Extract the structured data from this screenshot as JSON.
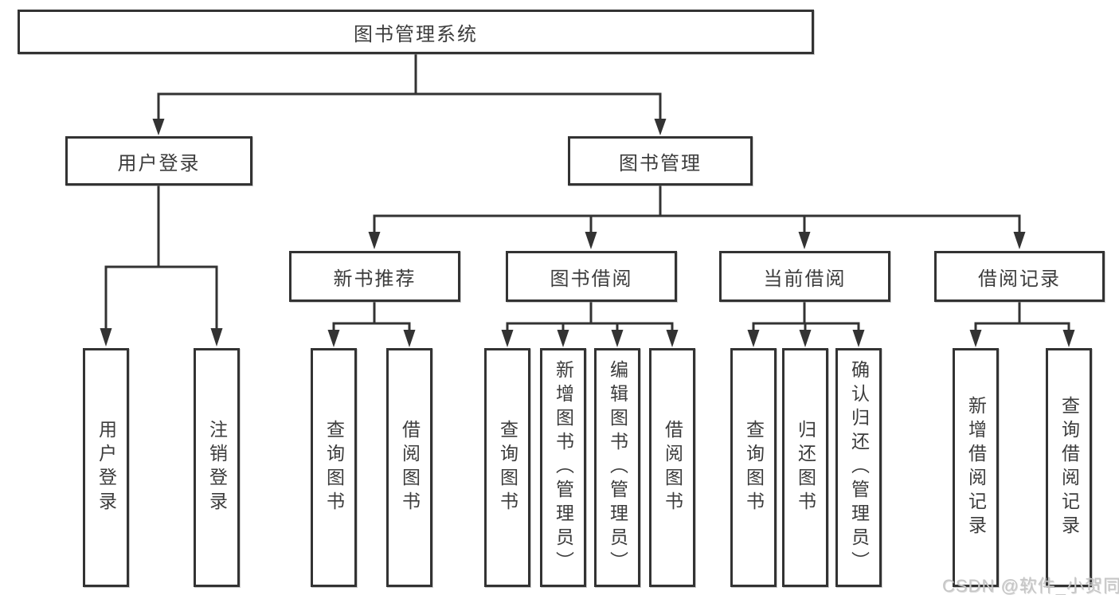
{
  "colors": {
    "line": "#333333",
    "box_border": "#333333",
    "text": "#3c3c3c",
    "watermark": "#c6c6c6",
    "background": "#ffffff"
  },
  "diagram": {
    "root": {
      "label": "图书管理系统"
    },
    "level2": [
      {
        "label": "用户登录"
      },
      {
        "label": "图书管理"
      }
    ],
    "level3": [
      {
        "label": "新书推荐"
      },
      {
        "label": "图书借阅"
      },
      {
        "label": "当前借阅"
      },
      {
        "label": "借阅记录"
      }
    ],
    "leaves": {
      "user_login_group": [
        {
          "label": "用户登录"
        },
        {
          "label": "注销登录"
        }
      ],
      "new_book_group": [
        {
          "label": "查询图书"
        },
        {
          "label": "借阅图书"
        }
      ],
      "borrowing_group": [
        {
          "label": "查询图书"
        },
        {
          "label": "新增图书（管理员）"
        },
        {
          "label": "编辑图书（管理员）"
        },
        {
          "label": "借阅图书"
        }
      ],
      "current_group": [
        {
          "label": "查询图书"
        },
        {
          "label": "归还图书"
        },
        {
          "label": "确认归还（管理员）"
        }
      ],
      "records_group": [
        {
          "label": "新增借阅记录"
        },
        {
          "label": "查询借阅记录"
        }
      ]
    }
  },
  "watermark": {
    "text": "CSDN @软件_小贺同学"
  }
}
